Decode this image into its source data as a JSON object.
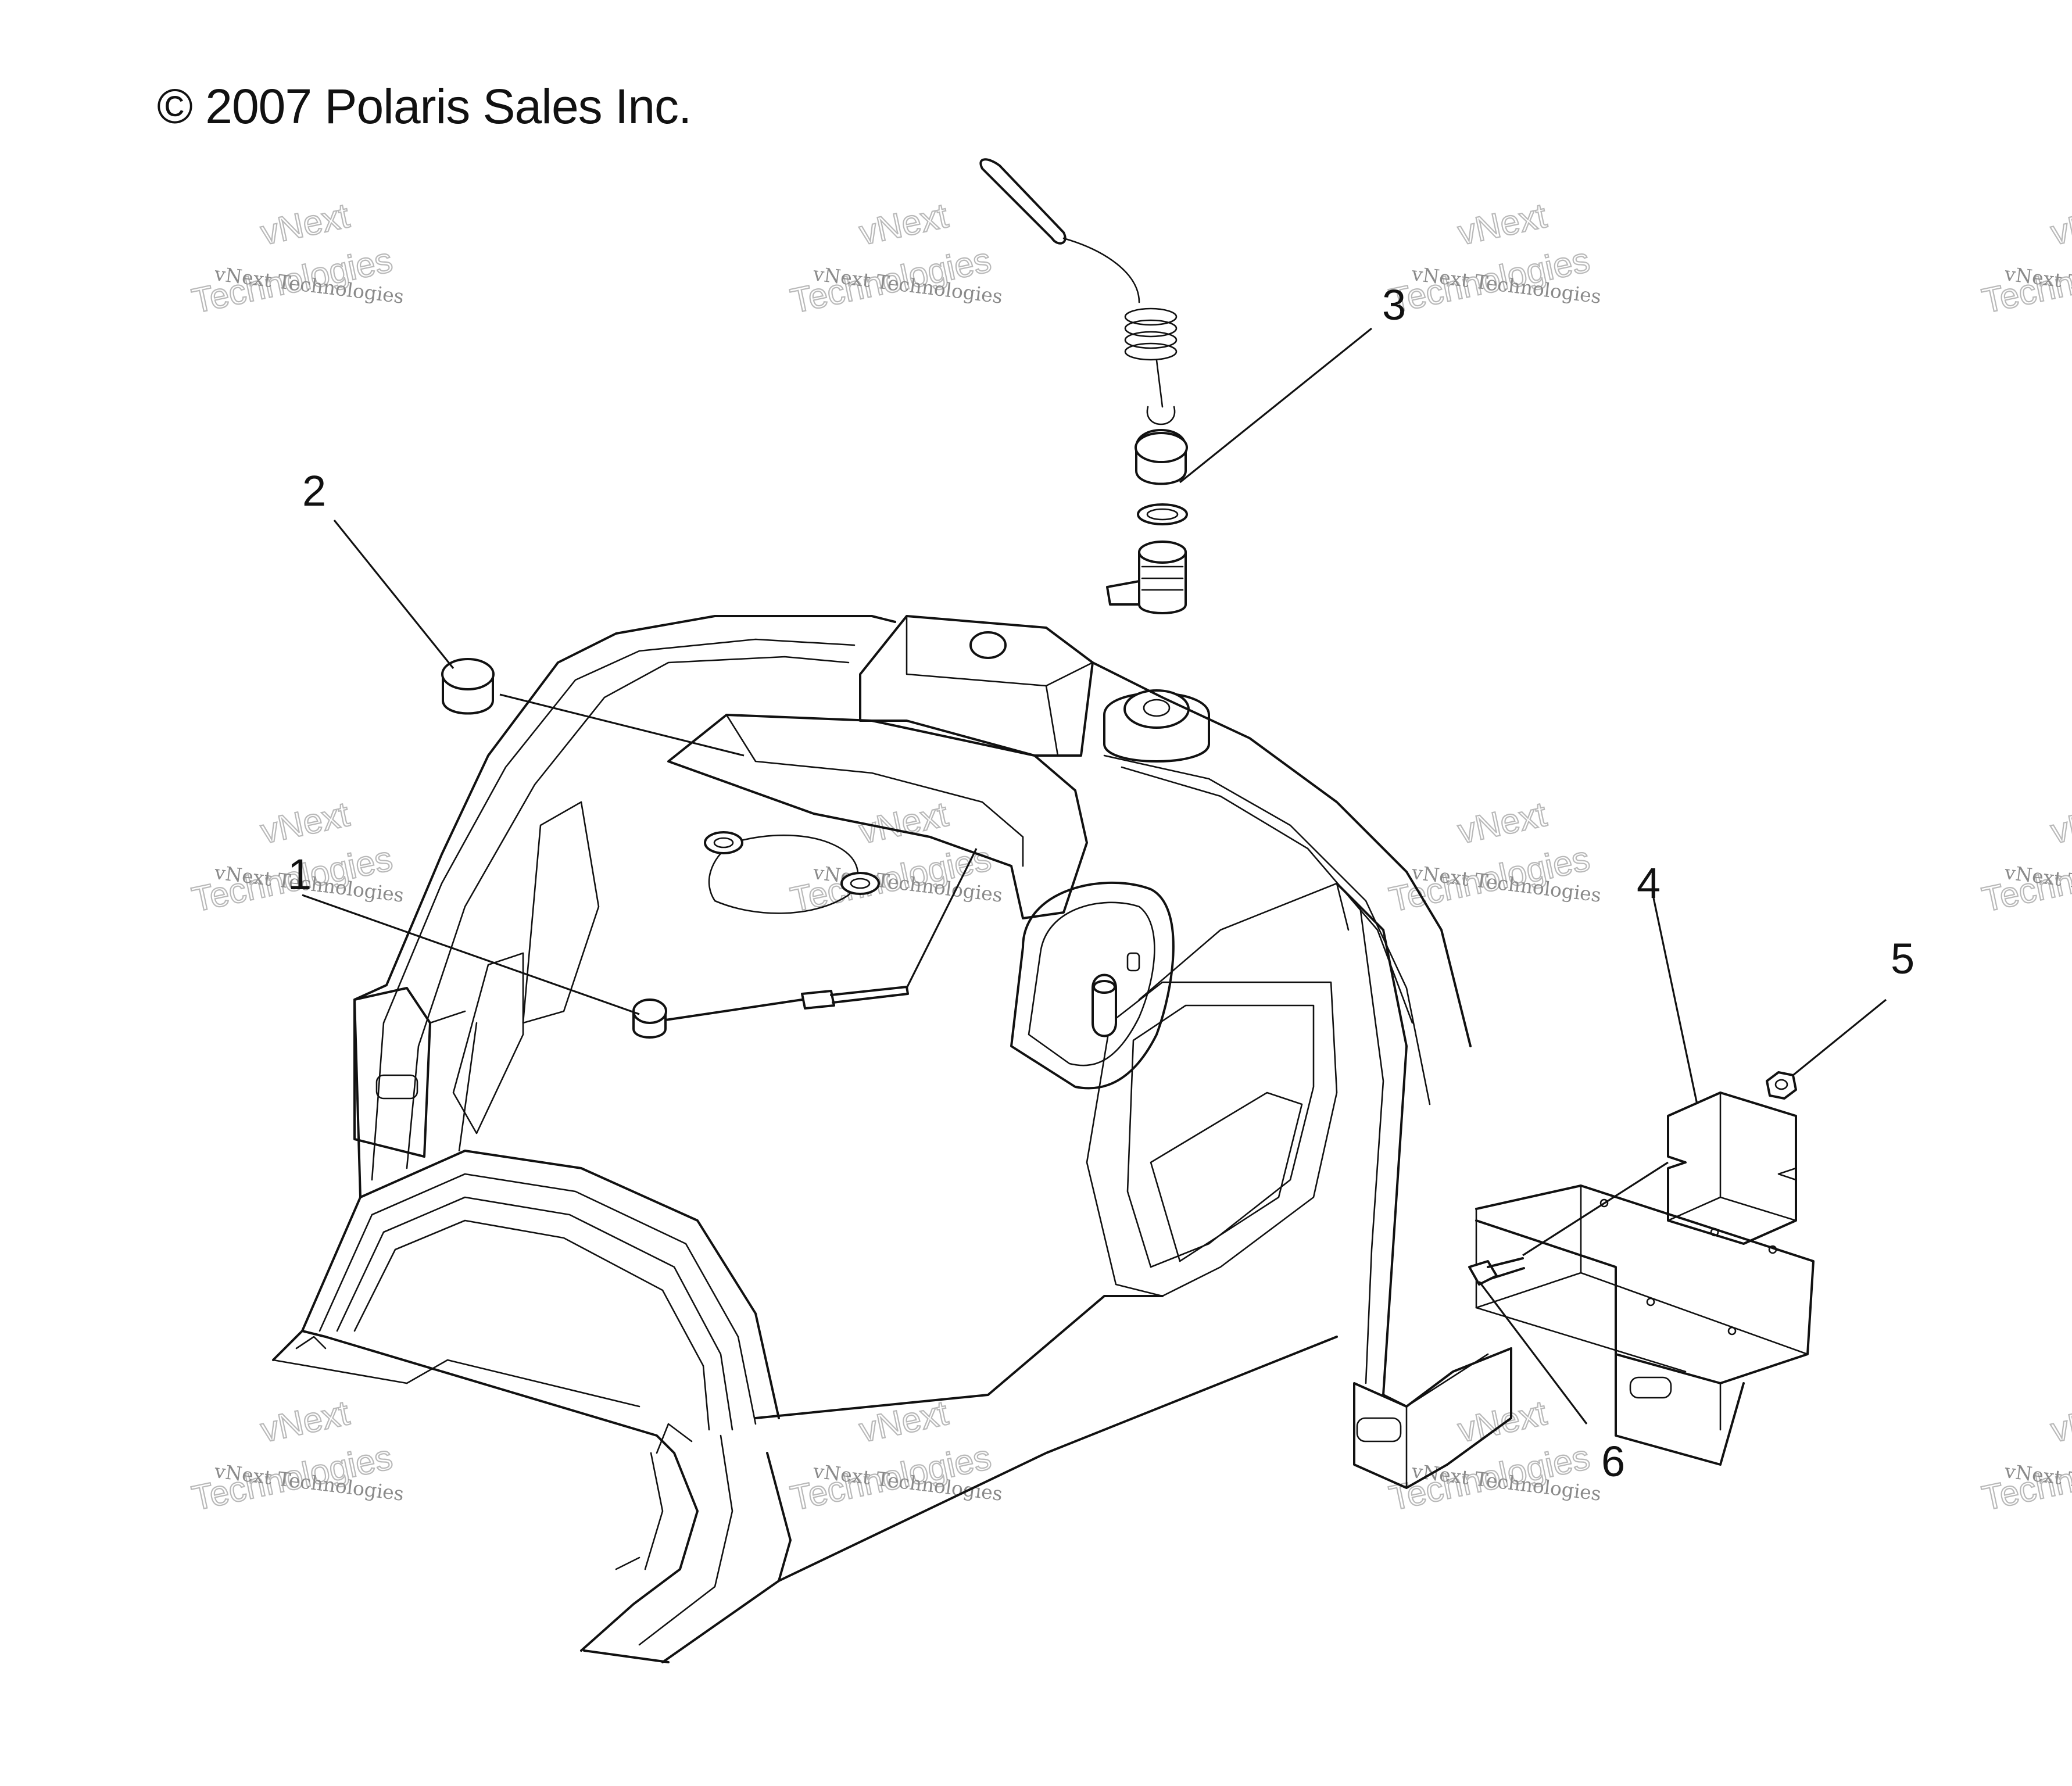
{
  "copyright": "© 2007 Polaris Sales Inc.",
  "callouts": [
    {
      "id": "1",
      "label": "1",
      "part": "fuel-gauge-rod"
    },
    {
      "id": "2",
      "label": "2",
      "part": "plug"
    },
    {
      "id": "3",
      "label": "3",
      "part": "cap-and-cord"
    },
    {
      "id": "4",
      "label": "4",
      "part": "bracket-block"
    },
    {
      "id": "5",
      "label": "5",
      "part": "nut"
    },
    {
      "id": "6",
      "label": "6",
      "part": "bolt"
    }
  ],
  "watermark": {
    "small": "vNext Technologies",
    "big_line1": "vNext",
    "big_line2": "Technologies"
  }
}
